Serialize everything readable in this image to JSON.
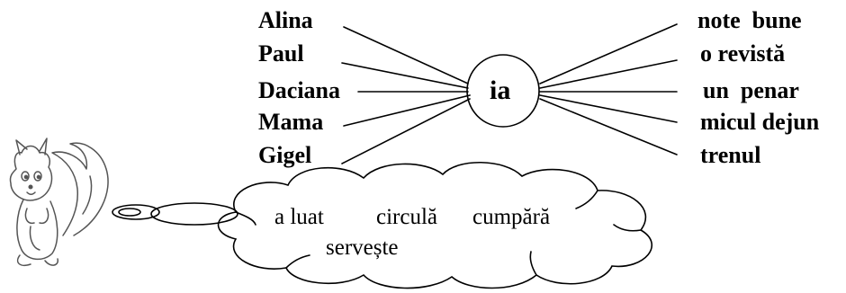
{
  "center": {
    "label": "ia"
  },
  "subjects": [
    "Alina",
    "Paul",
    "Daciana",
    "Mama",
    "Gigel"
  ],
  "objects": [
    "note  bune",
    "o revistă",
    "un  penar",
    "micul dejun",
    "trenul"
  ],
  "cloud_words": [
    "a luat",
    "circulă",
    "cumpără",
    "servește"
  ],
  "icons": {
    "mascot": "squirrel-icon",
    "cloud": "thought-cloud-icon"
  },
  "colors": {
    "ink": "#000000",
    "background": "#ffffff"
  }
}
